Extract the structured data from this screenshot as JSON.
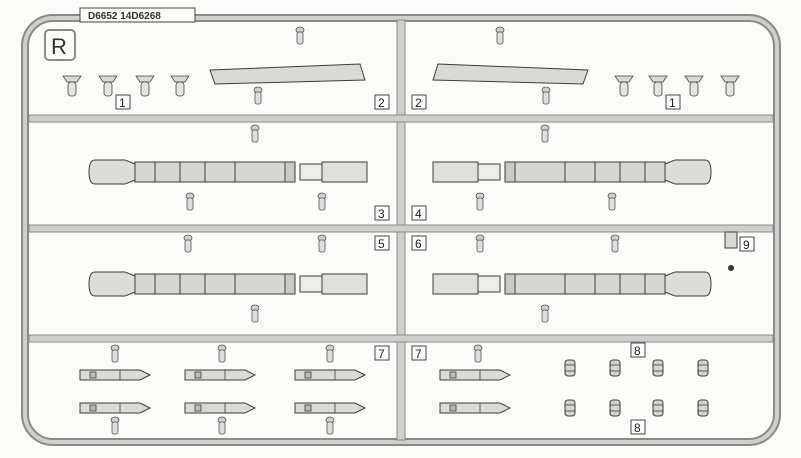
{
  "sheet": {
    "code": "D6652 14D6268",
    "letter": "R"
  },
  "part_numbers": [
    "1",
    "1",
    "2",
    "2",
    "3",
    "4",
    "5",
    "6",
    "7",
    "7",
    "8",
    "8",
    "9"
  ],
  "colors": {
    "background": "#fbfbf9",
    "frame": "#8a8a8a",
    "parts": "#4a4a4a",
    "fill": "#d9d9d6"
  }
}
